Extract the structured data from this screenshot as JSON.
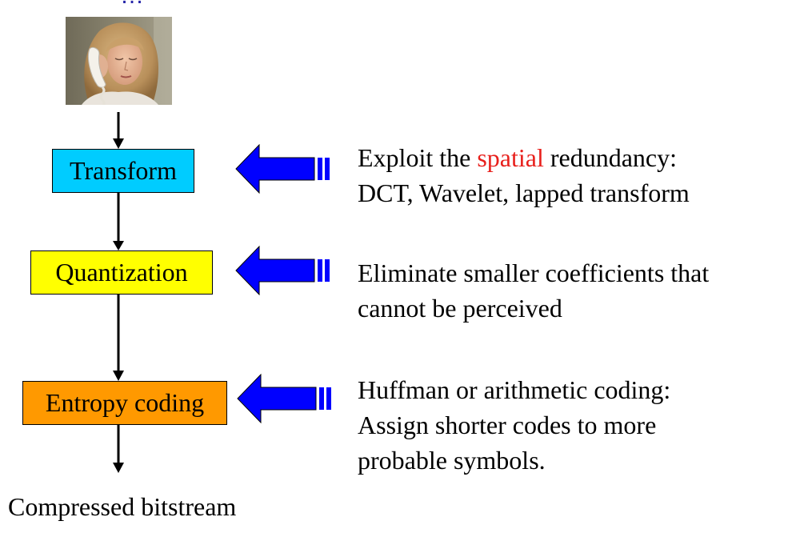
{
  "title": "…",
  "stages": [
    {
      "label": "Transform",
      "fill": "#00ccff"
    },
    {
      "label": "Quantization",
      "fill": "#ffff00"
    },
    {
      "label": "Entropy coding",
      "fill": "#ff9900"
    }
  ],
  "annotations": {
    "transform": {
      "line1_before": "Exploit the ",
      "line1_highlight": "spatial",
      "line1_after": " redundancy:",
      "line2": "DCT, Wavelet, lapped transform"
    },
    "quantization": {
      "line1": "Eliminate smaller coefficients that",
      "line2": "cannot be perceived"
    },
    "entropy": {
      "line1": "Huffman or arithmetic coding:",
      "line2": "Assign shorter codes to more",
      "line3": "probable symbols."
    }
  },
  "output_label": "Compressed bitstream",
  "colors": {
    "arrow_blue": "#0000ff",
    "highlight_red": "#e8201c",
    "title_blue": "#2424a8"
  },
  "icons": {
    "photo": "woman-on-telephone-photo",
    "arrow": "blue-block-arrow-left"
  }
}
